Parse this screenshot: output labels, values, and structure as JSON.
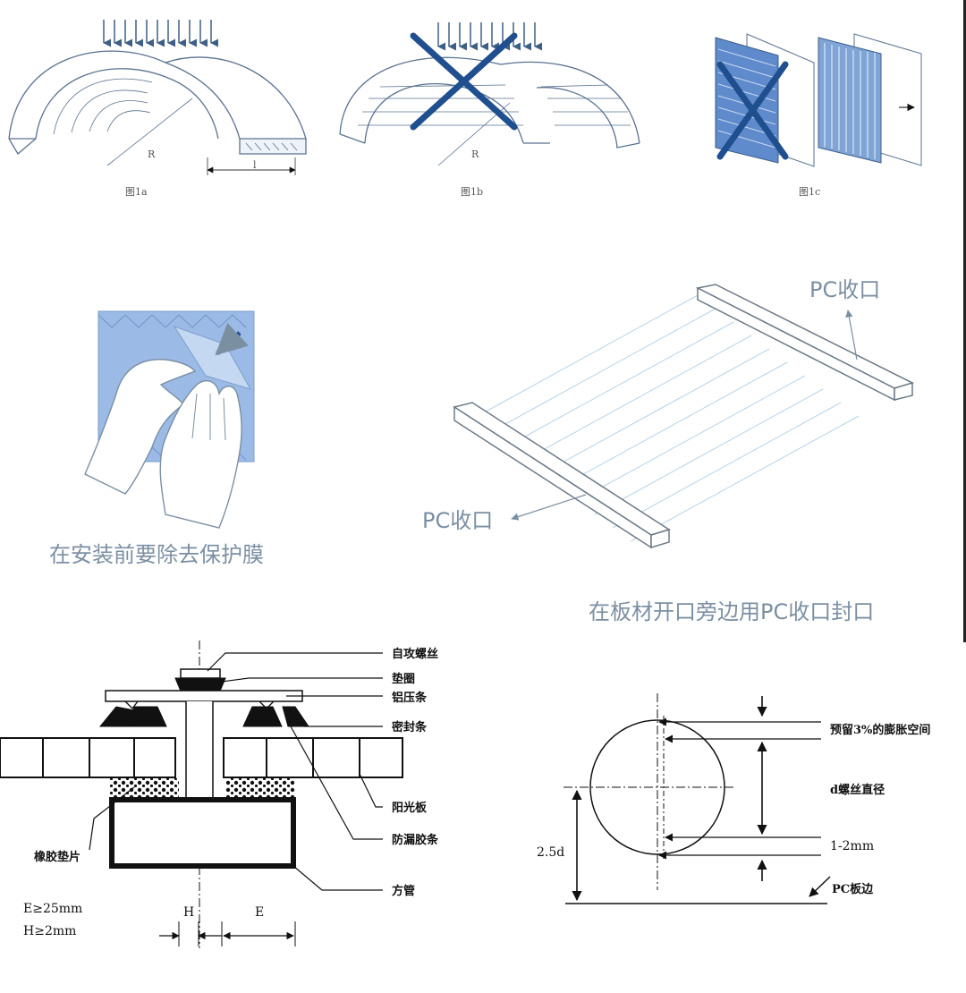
{
  "top_row": {
    "fig_a": {
      "caption": "图1a",
      "radius_label": "R",
      "length_label": "l"
    },
    "fig_b": {
      "caption": "图1b",
      "radius_label": "R"
    },
    "fig_c": {
      "caption": "图1c"
    }
  },
  "middle_row": {
    "peel_caption": "在安装前要除去保护膜",
    "pc_trim_top": "PC收口",
    "pc_trim_bottom": "PC收口",
    "edge_caption": "在板材开口旁边用PC收口封口"
  },
  "bottom_left": {
    "callouts": [
      "自攻螺丝",
      "垫圈",
      "铝压条",
      "密封条",
      "阳光板",
      "防漏胶条",
      "方管"
    ],
    "rubber_pad": "橡胶垫片",
    "spec_e": "E≥25mm",
    "spec_h": "H≥2mm",
    "dim_h": "H",
    "dim_e": "E"
  },
  "bottom_right": {
    "expansion": "预留3%的膨胀空间",
    "screw_dia": "d螺丝直径",
    "clearance": "1-2mm",
    "edge_distance": "2.5d",
    "pc_edge": "PC板边"
  },
  "colors": {
    "line_blue": "#3d5f86",
    "cross_blue": "#1f4f8f",
    "panel_fill": "#dbe7f5",
    "sheet_fill": "#8fb1df",
    "label_gray_blue": "#7b8fa3"
  }
}
